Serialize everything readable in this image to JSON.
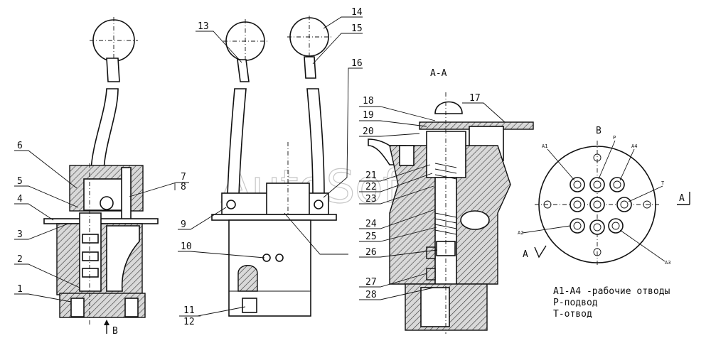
{
  "section_labels": {
    "section_aa": "А-А",
    "view_b": "В",
    "arrow_b": "В",
    "arrow_a_right": "А",
    "arrow_a_bottom": "А"
  },
  "callouts": [
    "1",
    "2",
    "3",
    "4",
    "5",
    "6",
    "7",
    "8",
    "9",
    "10",
    "11",
    "12",
    "13",
    "14",
    "15",
    "16",
    "17",
    "18",
    "19",
    "20",
    "21",
    "22",
    "23",
    "24",
    "25",
    "26",
    "27",
    "28"
  ],
  "port_labels": {
    "a1": "А1",
    "a2": "А2",
    "a3": "А3",
    "a4": "А4",
    "p": "Р",
    "t": "Т"
  },
  "legend": [
    "А1-А4 -рабочие отводы",
    "Р-подвод",
    "Т-отвод"
  ],
  "watermark": "AutoSoft"
}
